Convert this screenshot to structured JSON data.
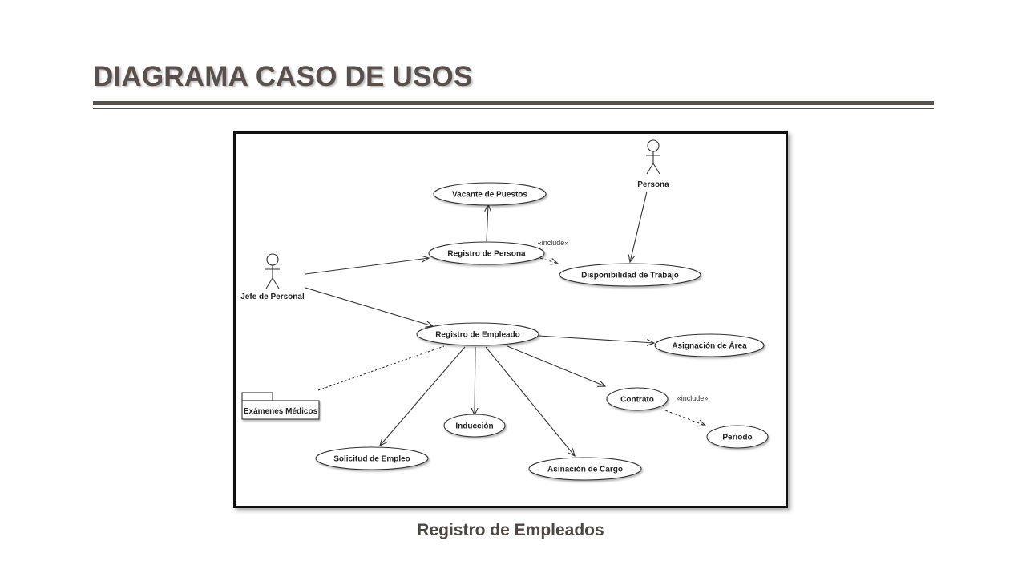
{
  "slide": {
    "title": "DIAGRAMA CASO DE USOS",
    "caption": "Registro de Empleados"
  },
  "diagram": {
    "actors": {
      "jefe": "Jefe de Personal",
      "persona": "Persona"
    },
    "use_cases": {
      "vacante": "Vacante de Puestos",
      "registro_persona": "Registro de Persona",
      "disponibilidad": "Disponibilidad de Trabajo",
      "registro_empleado": "Registro de Empleado",
      "asignacion_area": "Asignación de Área",
      "contrato": "Contrato",
      "periodo": "Periodo",
      "induccion": "Inducción",
      "solicitud": "Solicitud de Empleo",
      "asinacion_cargo": "Asinación de Cargo"
    },
    "package": {
      "examenes": "Exámenes Médicos"
    },
    "stereotypes": {
      "include_1": "«include»",
      "include_2": "«include»"
    }
  },
  "colors": {
    "title": "#5a504b",
    "rule": "#5a504b",
    "frame": "#111111",
    "line": "#333333"
  }
}
